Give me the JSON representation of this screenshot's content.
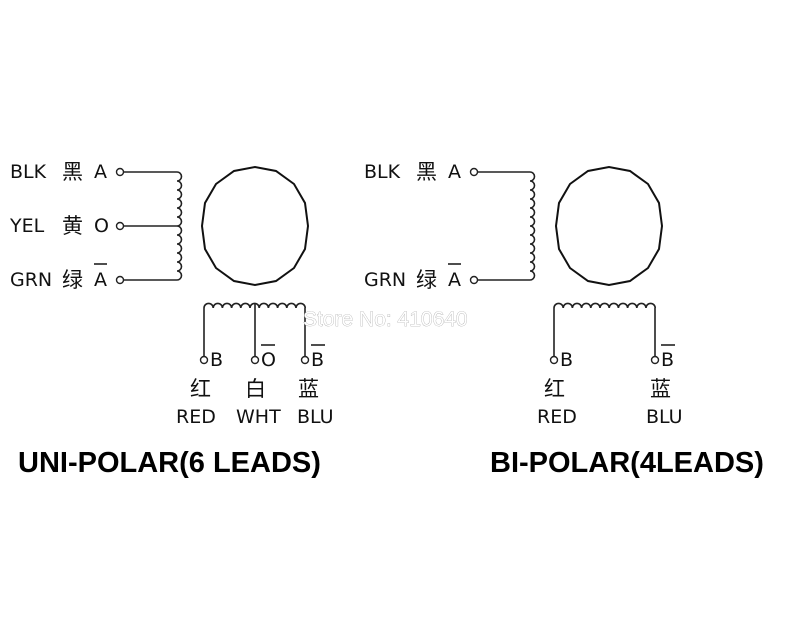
{
  "watermark": "Store No: 410640",
  "unipolar": {
    "title": "UNI-POLAR(6 LEADS)",
    "leads_left": [
      {
        "en": "BLK",
        "cn": "黑",
        "pin": "A",
        "overline": false
      },
      {
        "en": "YEL",
        "cn": "黄",
        "pin": "O",
        "overline": false
      },
      {
        "en": "GRN",
        "cn": "绿",
        "pin": "A",
        "overline": true
      }
    ],
    "leads_bottom": [
      {
        "pin": "B",
        "overline": false,
        "cn": "红",
        "en": "RED"
      },
      {
        "pin": "O",
        "overline": true,
        "cn": "白",
        "en": "WHT"
      },
      {
        "pin": "B",
        "overline": true,
        "cn": "蓝",
        "en": "BLU"
      }
    ]
  },
  "bipolar": {
    "title": "BI-POLAR(4LEADS)",
    "leads_left": [
      {
        "en": "BLK",
        "cn": "黑",
        "pin": "A",
        "overline": false
      },
      {
        "en": "GRN",
        "cn": "绿",
        "pin": "A",
        "overline": true
      }
    ],
    "leads_bottom": [
      {
        "pin": "B",
        "overline": false,
        "cn": "红",
        "en": "RED"
      },
      {
        "pin": "B",
        "overline": true,
        "cn": "蓝",
        "en": "BLU"
      }
    ]
  }
}
